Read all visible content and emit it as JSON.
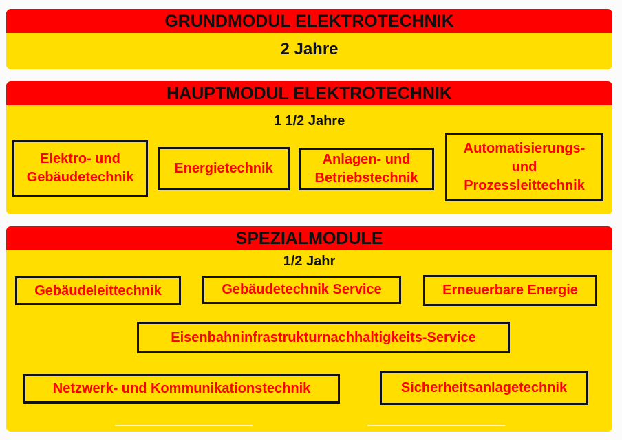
{
  "grundmodul": {
    "title": "GRUNDMODUL ELEKTROTECHNIK",
    "duration": "2 Jahre"
  },
  "hauptmodul": {
    "title": "HAUPTMODUL ELEKTROTECHNIK",
    "duration": "1 1/2 Jahre",
    "modules": [
      {
        "line1": "Elektro- und",
        "line2": "Gebäudetechnik"
      },
      {
        "line1": "Energietechnik"
      },
      {
        "line1": "Anlagen- und",
        "line2": "Betriebstechnik"
      },
      {
        "line1": "Automatisierungs-",
        "line2": "und",
        "line3": "Prozessleittechnik"
      }
    ]
  },
  "spezialmodule": {
    "title": "SPEZIALMODULE",
    "duration": "1/2 Jahr",
    "modules": [
      "Gebäudeleittechnik",
      "Gebäudetechnik Service",
      "Erneuerbare Energie",
      "Eisenbahninfrastrukturnachhaltigkeits-Service",
      "Netzwerk- und Kommunikationstechnik",
      "Sicherheitsanlagetechnik"
    ]
  }
}
